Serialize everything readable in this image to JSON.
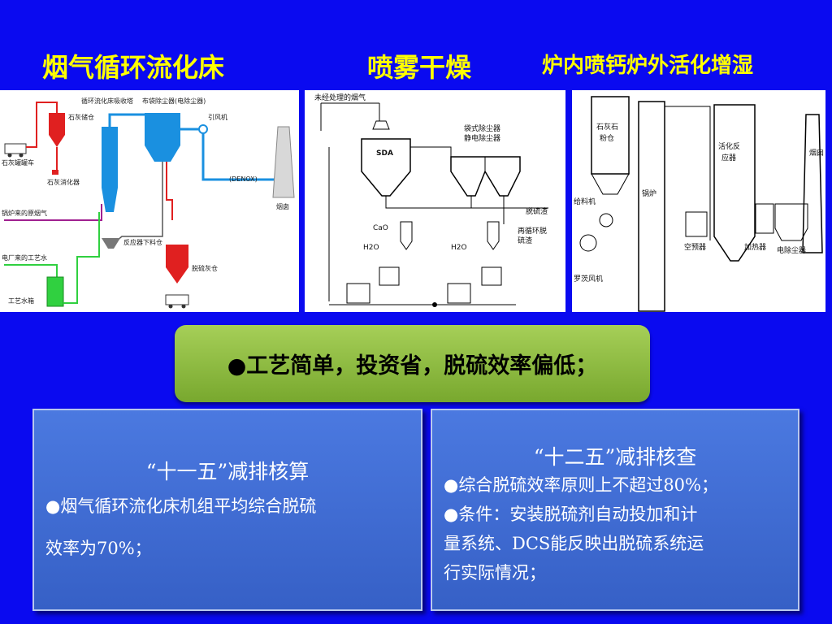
{
  "titles": {
    "cfb": "烟气循环流化床",
    "spray": "喷雾干燥",
    "lifac": "炉内喷钙炉外活化增湿"
  },
  "diagram1": {
    "labels": {
      "lime_silo": "石灰储仓",
      "lime_truck": "石灰罐罐车",
      "lime_slaker": "石灰消化器",
      "cfb_absorber": "循环流化床吸收塔",
      "bag_filter": "布袋除尘器(电除尘器)",
      "id_fan": "引风机",
      "denox": "(DENOX)",
      "chimney": "烟囱",
      "boiler_flue": "锅炉来的原烟气",
      "reactor_hopper": "反应器下料仓",
      "process_water_in": "电厂来的工艺水",
      "ash_silo": "脱硫灰仓",
      "water_tank": "工艺水箱"
    }
  },
  "diagram2": {
    "labels": {
      "untreated_flue": "未经处理的烟气",
      "sda": "SDA",
      "bag_esp_1": "袋式除尘器",
      "bag_esp_2": "静电除尘器",
      "slag": "脱硫渣",
      "cao": "CaO",
      "h2o_1": "H2O",
      "h2o_2": "H2O",
      "recycle_1": "再循环脱",
      "recycle_2": "硫渣"
    }
  },
  "diagram3": {
    "labels": {
      "limestone_silo_1": "石灰石",
      "limestone_silo_2": "粉仓",
      "feeder": "给料机",
      "roots_blower": "罗茨风机",
      "boiler": "锅炉",
      "activation_1": "活化反",
      "activation_2": "应器",
      "air_preheater": "空预器",
      "heater": "加热器",
      "esp": "电除尘器",
      "chimney": "烟囱"
    }
  },
  "summary": "●工艺简单，投资省，脱硫效率偏低；",
  "box_left": {
    "title": "“十一五”减排核算",
    "line1": "●烟气循环流化床机组平均综合脱硫",
    "line2": "效率为70%；"
  },
  "box_right": {
    "title": "“十二五”减排核查",
    "line1": "●综合脱硫效率原则上不超过80%；",
    "line2": "●条件：安装脱硫剂自动投加和计",
    "line3": "量系统、DCS能反映出脱硫系统运",
    "line4": "行实际情况；"
  }
}
